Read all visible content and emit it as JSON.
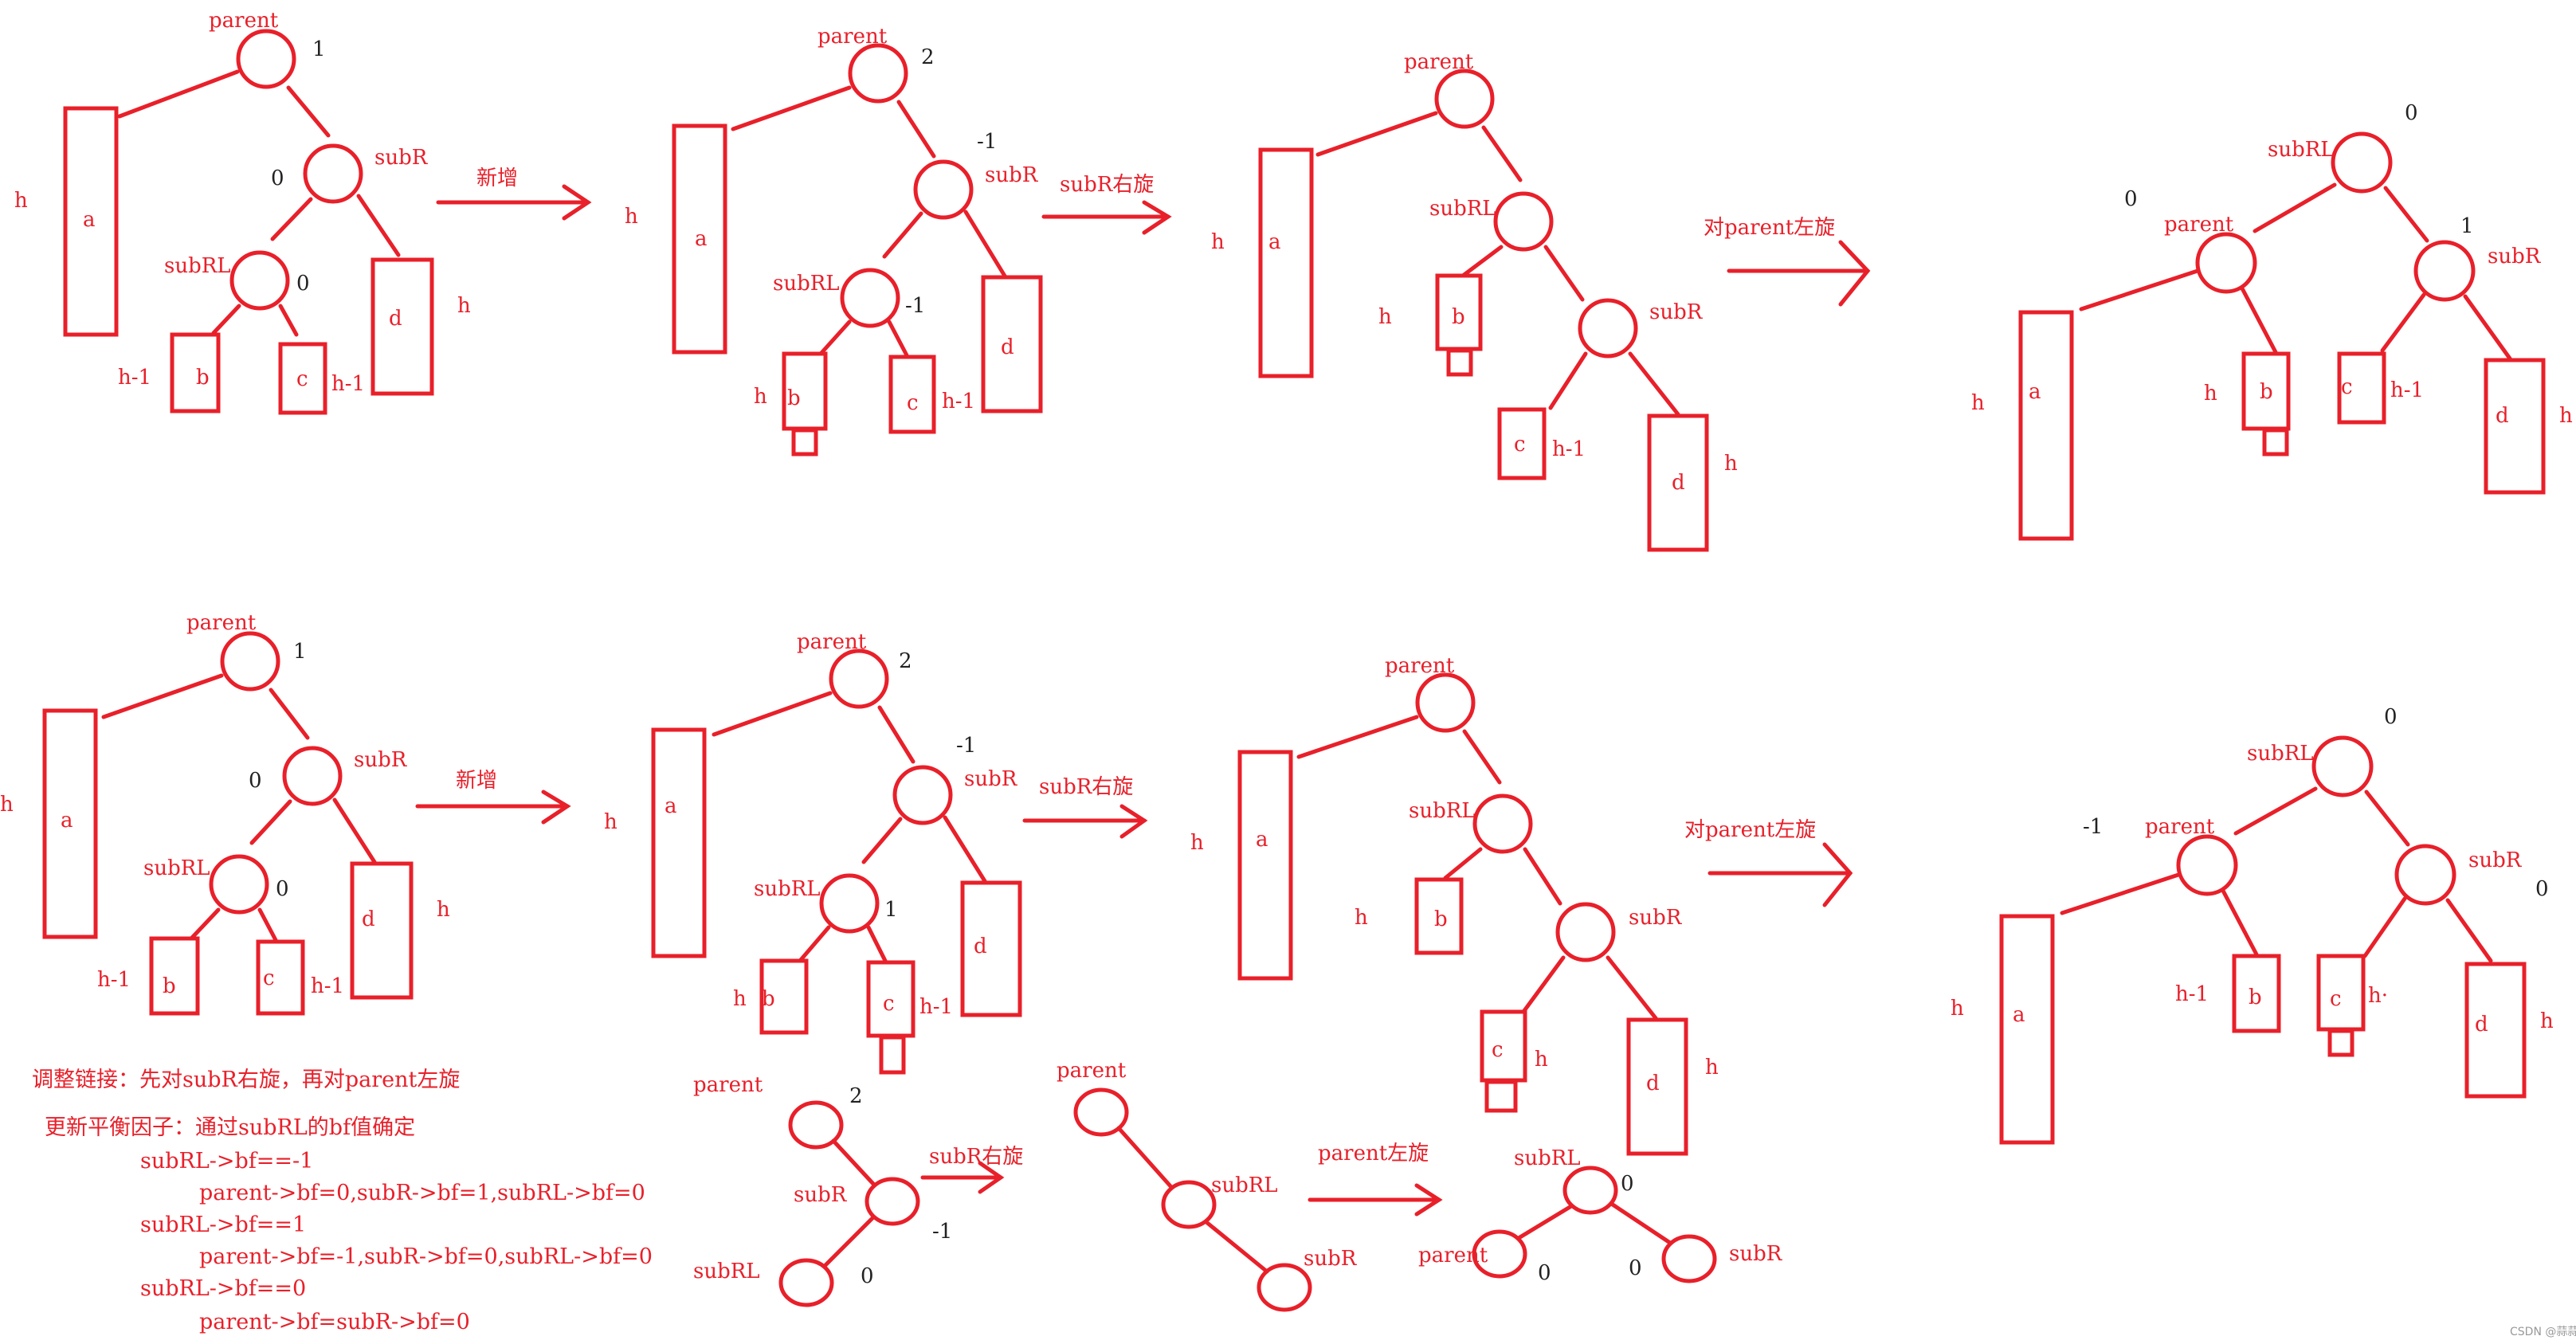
{
  "colors": {
    "ink": "#e8202a",
    "bf": "#222222",
    "bg": "#ffffff"
  },
  "labels": {
    "parent": "parent",
    "subR": "subR",
    "subRL": "subRL",
    "a": "a",
    "b": "b",
    "c": "c",
    "d": "d",
    "h": "h",
    "h_minus_1": "h-1",
    "h_trunc": "h·"
  },
  "bf": {
    "zero": "0",
    "one": "1",
    "two": "2",
    "neg_one": "-1"
  },
  "arrows": {
    "insert": "新增",
    "subR_rotate_right": "subR右旋",
    "parent_rotate_left": "对parent左旋",
    "parent_rotate_left_short": "parent左旋"
  },
  "notes": {
    "line1": "调整链接：先对subR右旋，再对parent左旋",
    "line2": "更新平衡因子：通过subRL的bf值确定",
    "case1_cond": "subRL->bf==-1",
    "case1_result": "parent->bf=0,subR->bf=1,subRL->bf=0",
    "case2_cond": "subRL->bf==1",
    "case2_result": "parent->bf=-1,subR->bf=0,subRL->bf=0",
    "case3_cond": "subRL->bf==0",
    "case3_result": "parent->bf=subR->bf=0"
  },
  "watermark": "CSDN @蒜蒜"
}
